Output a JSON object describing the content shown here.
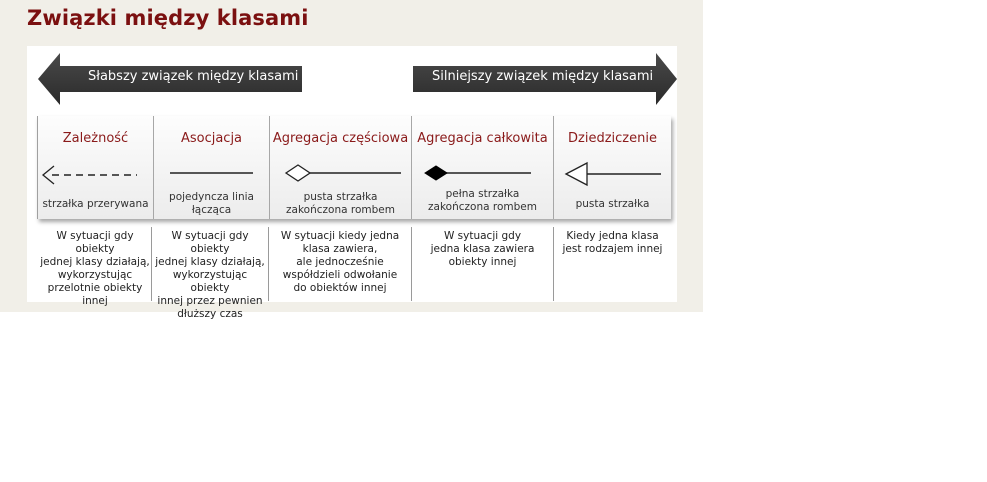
{
  "title": "Związki między klasami",
  "arrows": {
    "weaker": "Słabszy związek między klasami",
    "stronger": "Silniejszy związek między klasami"
  },
  "columns": [
    {
      "name": "Zależność",
      "symbol": "dashed-open-arrow-icon",
      "caption": "strzałka przerywana",
      "description": [
        "W sytuacji gdy obiekty",
        "jednej klasy działają,",
        "wykorzystując",
        "przelotnie obiekty",
        "innej"
      ]
    },
    {
      "name": "Asocjacja",
      "symbol": "solid-line-icon",
      "caption": [
        "pojedyncza linia",
        "łącząca"
      ],
      "description": [
        "W sytuacji gdy obiekty",
        "jednej klasy działają,",
        "wykorzystując obiekty",
        "innej przez pewnien",
        "dłuższy czas"
      ]
    },
    {
      "name": "Agregacja częściowa",
      "symbol": "hollow-diamond-icon",
      "caption": [
        "pusta strzałka",
        "zakończona rombem"
      ],
      "description": [
        "W sytuacji kiedy jedna",
        "klasa zawiera,",
        "ale jednocześnie",
        "współdzieli odwołanie",
        "do obiektów innej"
      ]
    },
    {
      "name": "Agregacja całkowita",
      "symbol": "filled-diamond-icon",
      "caption": [
        "pełna strzałka",
        "zakończona rombem"
      ],
      "description": [
        "W sytuacji gdy",
        "jedna klasa zawiera",
        "obiekty innej"
      ]
    },
    {
      "name": "Dziedziczenie",
      "symbol": "hollow-triangle-arrow-icon",
      "caption": "pusta strzałka",
      "description": [
        "Kiedy jedna klasa",
        "jest rodzajem innej"
      ]
    }
  ],
  "colors": {
    "title": "#7b1010",
    "column_title": "#8a1a1a",
    "arrow_fill": "#3a3a3a",
    "background": "#f1efe8"
  }
}
